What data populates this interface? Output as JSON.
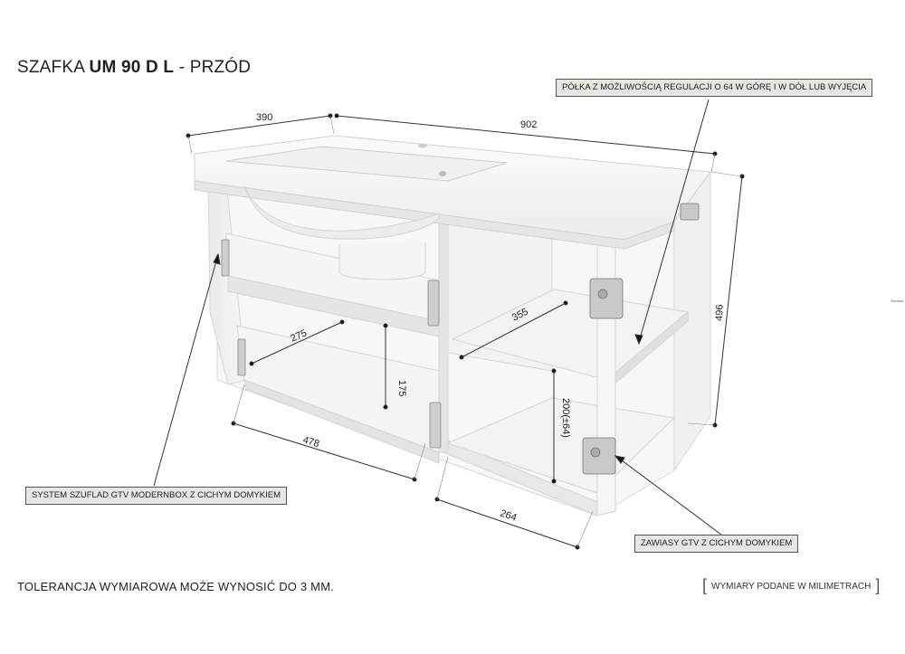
{
  "title": {
    "prefix": "SZAFKA",
    "model": "UM 90 D L",
    "suffix": "- PRZÓD"
  },
  "callouts": {
    "shelf": "PÓŁKA Z MOŻLIWOŚCIĄ REGULACJI O 64 W GÓRĘ I W DÓŁ LUB WYJĘCIA",
    "drawers": "SYSTEM SZUFLAD GTV MODERNBOX Z CICHYM DOMYKIEM",
    "hinges": "ZAWIASY GTV Z CICHYM DOMYKIEM"
  },
  "dimensions": {
    "depth": "390",
    "width": "902",
    "height": "496",
    "shelf_depth": "355",
    "drawer_inner_depth": "275",
    "drawer_height": "175",
    "drawer_width": "478",
    "shelf_spacing": "200(±64)",
    "compartment_width": "264"
  },
  "footer": {
    "tolerance": "TOLERANCJA WYMIAROWA MOŻE WYNOSIĆ DO 3 MM.",
    "units": "WYMIARY PODANE W MILIMETRACH"
  },
  "tiny_mark": "Sklomar"
}
